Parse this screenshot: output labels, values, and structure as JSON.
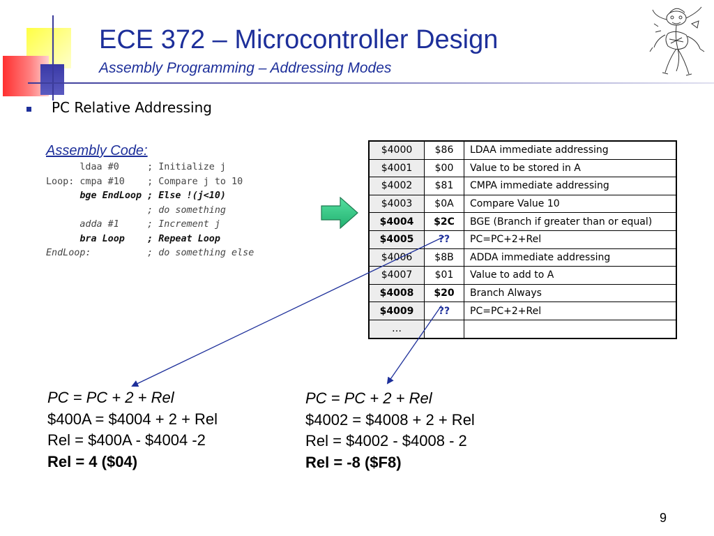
{
  "header": {
    "title": "ECE 372 – Microcontroller Design",
    "subtitle": "Assembly Programming – Addressing Modes"
  },
  "bullet": {
    "text": "PC Relative Addressing"
  },
  "code": {
    "label": "Assembly Code: ",
    "lines": [
      "      ldaa #0     ; Initialize j",
      "Loop: cmpa #10    ; Compare j to 10",
      "      bge EndLoop ; Else !(j<10)",
      "                  ; do something",
      "      adda #1     ; Increment j",
      "      bra Loop    ; Repeat Loop",
      "EndLoop:          ; do something else"
    ]
  },
  "memory_table": {
    "rows": [
      {
        "addr": "$4000",
        "val": "$86",
        "desc": "LDAA immediate addressing"
      },
      {
        "addr": "$4001",
        "val": "$00",
        "desc": "Value to be stored in A"
      },
      {
        "addr": "$4002",
        "val": "$81",
        "desc": "CMPA immediate addressing"
      },
      {
        "addr": "$4003",
        "val": "$0A",
        "desc": "Compare Value 10"
      },
      {
        "addr": "$4004",
        "val": "$2C",
        "desc": "BGE (Branch if greater than or equal)"
      },
      {
        "addr": "$4005",
        "val": "??",
        "desc": "PC=PC+2+Rel"
      },
      {
        "addr": "$4006",
        "val": "$8B",
        "desc": "ADDA immediate addressing"
      },
      {
        "addr": "$4007",
        "val": "$01",
        "desc": "Value to add to A"
      },
      {
        "addr": "$4008",
        "val": "$20",
        "desc": "Branch Always"
      },
      {
        "addr": "$4009",
        "val": "??",
        "desc": "PC=PC+2+Rel"
      },
      {
        "addr": "…",
        "val": "",
        "desc": ""
      }
    ]
  },
  "calc_left": {
    "formula": "PC = PC + 2 + Rel",
    "line2": "$400A = $4004 + 2 + Rel",
    "line3": "Rel = $400A - $4004 -2",
    "result": "Rel = 4 ($04)"
  },
  "calc_right": {
    "formula": "PC = PC + 2 + Rel",
    "line2": "$4002 = $4008 + 2 + Rel",
    "line3": "Rel = $4002 - $4008 - 2",
    "result": "Rel = -8 ($F8)"
  },
  "page_number": "9",
  "colors": {
    "title": "#1d2f9a",
    "accent_arrow": "#33cc88"
  }
}
